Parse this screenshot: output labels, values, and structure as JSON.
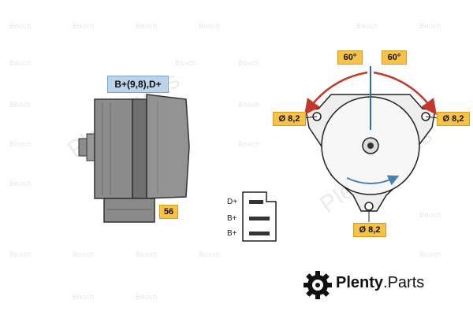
{
  "watermark": {
    "bosch": "Bosch",
    "plenty": "Plenty.Parts"
  },
  "side_view": {
    "terminal_label": "B+(9,8),D+",
    "terminal_56": "56"
  },
  "front_view": {
    "angle_left": "60°",
    "angle_right": "60°",
    "hole_left": "Ø 8,2",
    "hole_right": "Ø 8,2",
    "hole_bottom": "Ø 8,2"
  },
  "plug": {
    "pins": [
      "D+",
      "B+",
      "B+"
    ]
  },
  "logo": {
    "brand": "Plenty",
    "suffix": ".Parts"
  },
  "colors": {
    "label_blue": "#bcd3ea",
    "label_yellow": "#f6c24a",
    "arrow_red": "#c0392b",
    "body_gray": "#8a8a8a"
  }
}
